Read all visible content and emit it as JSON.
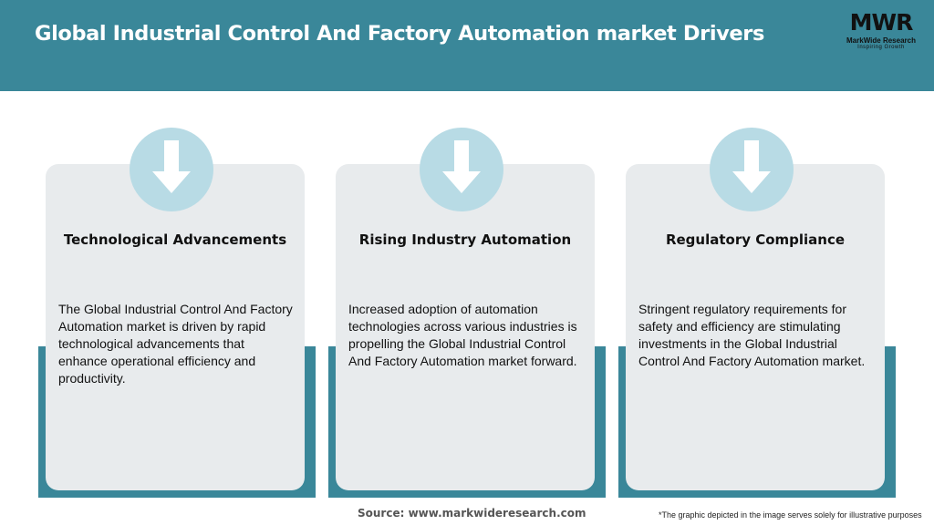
{
  "header": {
    "title": "Global Industrial Control And Factory Automation market Drivers"
  },
  "logo": {
    "mark": "MWR",
    "name": "MarkWide Research",
    "tagline": "Inspiring Growth"
  },
  "cards": [
    {
      "heading": "Technological Advancements",
      "body": "The Global Industrial Control And Factory Automation market is driven by rapid technological advancements that enhance operational efficiency and productivity.",
      "icon": "down-arrow-icon"
    },
    {
      "heading": "Rising Industry Automation",
      "body": "Increased adoption of automation technologies across various industries is propelling the Global Industrial Control And Factory Automation market forward.",
      "icon": "down-arrow-icon"
    },
    {
      "heading": "Regulatory Compliance",
      "body": "Stringent regulatory requirements for safety and efficiency are stimulating investments in the Global Industrial Control And Factory Automation market.",
      "icon": "down-arrow-icon"
    }
  ],
  "footer": {
    "source": "Source: www.markwideresearch.com",
    "disclaimer": "*The graphic depicted in the image serves solely for illustrative purposes"
  },
  "colors": {
    "accent": "#3a8799",
    "card_bg": "#e8ebed",
    "icon_circle": "#b8dbe5"
  }
}
